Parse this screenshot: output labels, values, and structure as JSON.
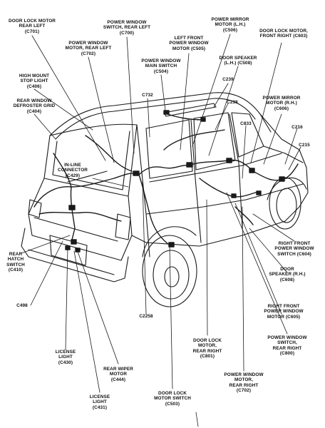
{
  "labels": {
    "c701": [
      "DOOR LOCK MOTOR",
      "REAR LEFT",
      "(C701)"
    ],
    "c700": [
      "POWER WINDOW",
      "SWITCH, REAR LEFT",
      "(C700)"
    ],
    "c506": [
      "POWER MIRROR",
      "MOTOR (L.H.)",
      "(C506)"
    ],
    "c603": [
      "DOOR LOCK MOTOR,",
      "FRONT RIGHT (C603)"
    ],
    "c702l": [
      "POWER WINDOW",
      "MOTOR, REAR LEFT",
      "(C702)"
    ],
    "c505": [
      "LEFT FRONT",
      "POWER WINDOW",
      "MOTOR (C505)"
    ],
    "c508": [
      "DOOR SPEAKER",
      "(L.H.) (C508)"
    ],
    "c504": [
      "POWER WINDOW",
      "MAIN SWITCH",
      "(C504)"
    ],
    "c406": [
      "HIGH MOUNT",
      "STOP LIGHT",
      "(C406)"
    ],
    "c239": [
      "C239"
    ],
    "c404": [
      "REAR WINDOW",
      "DEFROSTER GRID",
      "(C404)"
    ],
    "c732": [
      "C732"
    ],
    "c238": [
      "C238"
    ],
    "c606": [
      "POWER MIRROR",
      "MOTOR (R.H.)",
      "(C606)"
    ],
    "c833": [
      "C833"
    ],
    "c216": [
      "C216"
    ],
    "c215": [
      "C215"
    ],
    "c429": [
      "IN-LINE",
      "CONNECTOR",
      "(C429)"
    ],
    "c604": [
      "RIGHT FRONT",
      "POWER WINDOW",
      "SWITCH (C604)"
    ],
    "c410": [
      "REAR",
      "HATCH",
      "SWITCH",
      "(C410)"
    ],
    "c608": [
      "DOOR",
      "SPEAKER (R.H.)",
      "(C608)"
    ],
    "c498": [
      "C498"
    ],
    "c2258": [
      "C2258"
    ],
    "c605": [
      "RIGHT FRONT",
      "POWER WINDOW",
      "MOTOR (C605)"
    ],
    "c800": [
      "POWER WINDOW",
      "SWITCH,",
      "REAR RIGHT",
      "(C800)"
    ],
    "c801": [
      "DOOR LOCK",
      "MOTOR,",
      "REAR RIGHT",
      "(C801)"
    ],
    "c430": [
      "LICENSE",
      "LIGHT",
      "(C430)"
    ],
    "c444": [
      "REAR WIPER",
      "MOTOR",
      "(C444)"
    ],
    "c702r": [
      "POWER WINDOW",
      "MOTOR,",
      "REAR RIGHT",
      "(C702)"
    ],
    "c503": [
      "DOOR LOCK",
      "MOTOR SWITCH",
      "(C503)"
    ],
    "c431": [
      "LICENSE",
      "LIGHT",
      "(C431)"
    ]
  }
}
